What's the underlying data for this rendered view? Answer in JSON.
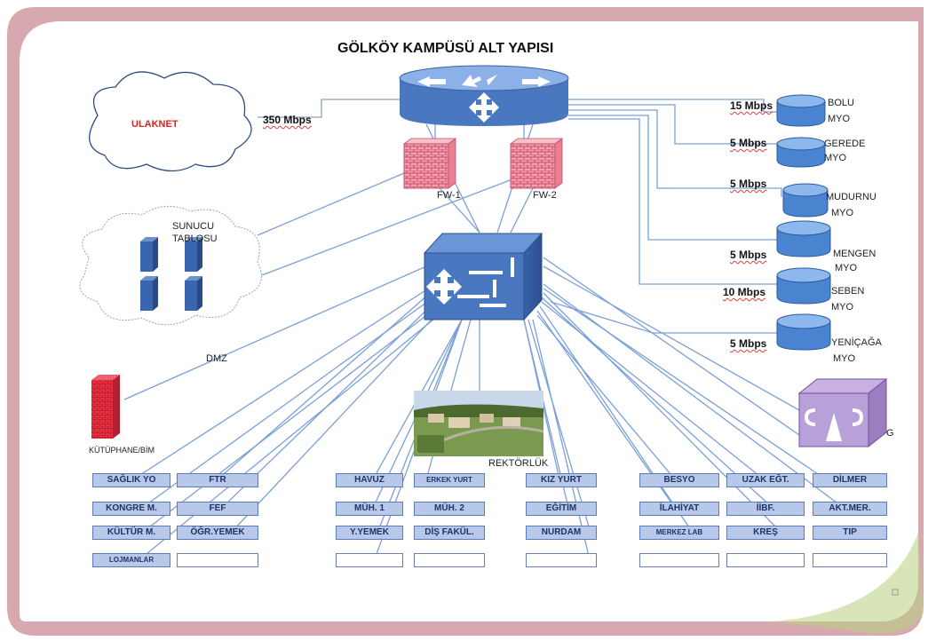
{
  "title": "GÖLKÖY KAMPÜSÜ ALT YAPISI",
  "ulaknet": {
    "label": "ULAKNET",
    "speed": "350 Mbps"
  },
  "sunucu": "SUNUCU TABLOSU",
  "dmz": "DMZ",
  "firewalls": [
    "FW-1",
    "FW-2"
  ],
  "library": "KÜTÜPHANE/BİM",
  "rektorluk": "REKTÖRLÜK",
  "access_letter": "G",
  "remote_sites": [
    {
      "speed": "15 Mbps",
      "name": "BOLU",
      "suffix": "MYO"
    },
    {
      "speed": "5 Mbps",
      "name": "GEREDE",
      "suffix": "MYO"
    },
    {
      "speed": "5 Mbps",
      "name": "MUDURNU",
      "suffix": "MYO"
    },
    {
      "speed": "5 Mbps",
      "name": "MENGEN",
      "suffix": "MYO"
    },
    {
      "speed": "10 Mbps",
      "name": "SEBEN",
      "suffix": "MYO"
    },
    {
      "speed": "5 Mbps",
      "name": "YENİÇAĞA",
      "suffix": "MYO"
    }
  ],
  "buildings": {
    "row1": [
      "SAĞLIK YO",
      "FTR",
      "HAVUZ",
      "ERKEK YURT",
      "KIZ YURT",
      "BESYO",
      "UZAK EĞT.",
      "DİLMER"
    ],
    "row2": [
      "KONGRE M.",
      "FEF",
      "MÜH. 1",
      "MÜH.  2",
      "EĞİTİM",
      "İLAHİYAT",
      "İİBF.",
      "AKT.MER."
    ],
    "row3": [
      "KÜLTÜR M.",
      "ÖĞR.YEMEK",
      "Y.YEMEK",
      "DİŞ FAKÜL.",
      "NURDAM",
      "MERKEZ LAB",
      "KREŞ",
      "TIP"
    ],
    "row4": [
      "LOJMANLAR",
      "",
      "",
      "",
      "",
      "",
      "",
      ""
    ]
  },
  "colors": {
    "frame": "#d8a8b0",
    "device_blue": "#4a78c0",
    "building_fill": "#b8c8e8",
    "link": "#7aa0d8",
    "firewall": "#e88090"
  }
}
